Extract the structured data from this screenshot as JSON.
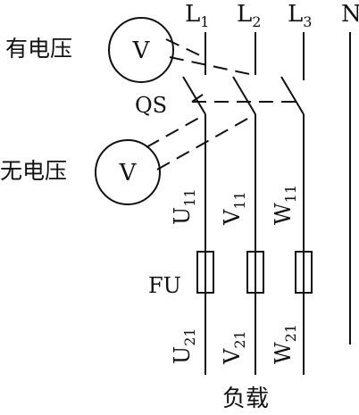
{
  "lines": {
    "l1": "L",
    "l1_sub": "1",
    "l2": "L",
    "l2_sub": "2",
    "l3": "L",
    "l3_sub": "3",
    "n": "N"
  },
  "meters": {
    "top_label": "有电压",
    "top_symbol": "V",
    "bottom_label": "无电压",
    "bottom_symbol": "V"
  },
  "switch_label": "QS",
  "fuse_label": "FU",
  "terminals_upper": [
    {
      "base": "U",
      "sub": "11"
    },
    {
      "base": "V",
      "sub": "11"
    },
    {
      "base": "W",
      "sub": "11"
    }
  ],
  "terminals_lower": [
    {
      "base": "U",
      "sub": "21"
    },
    {
      "base": "V",
      "sub": "21"
    },
    {
      "base": "W",
      "sub": "21"
    }
  ],
  "load_label": "负载",
  "colors": {
    "stroke": "#111111",
    "background": "#ffffff"
  }
}
